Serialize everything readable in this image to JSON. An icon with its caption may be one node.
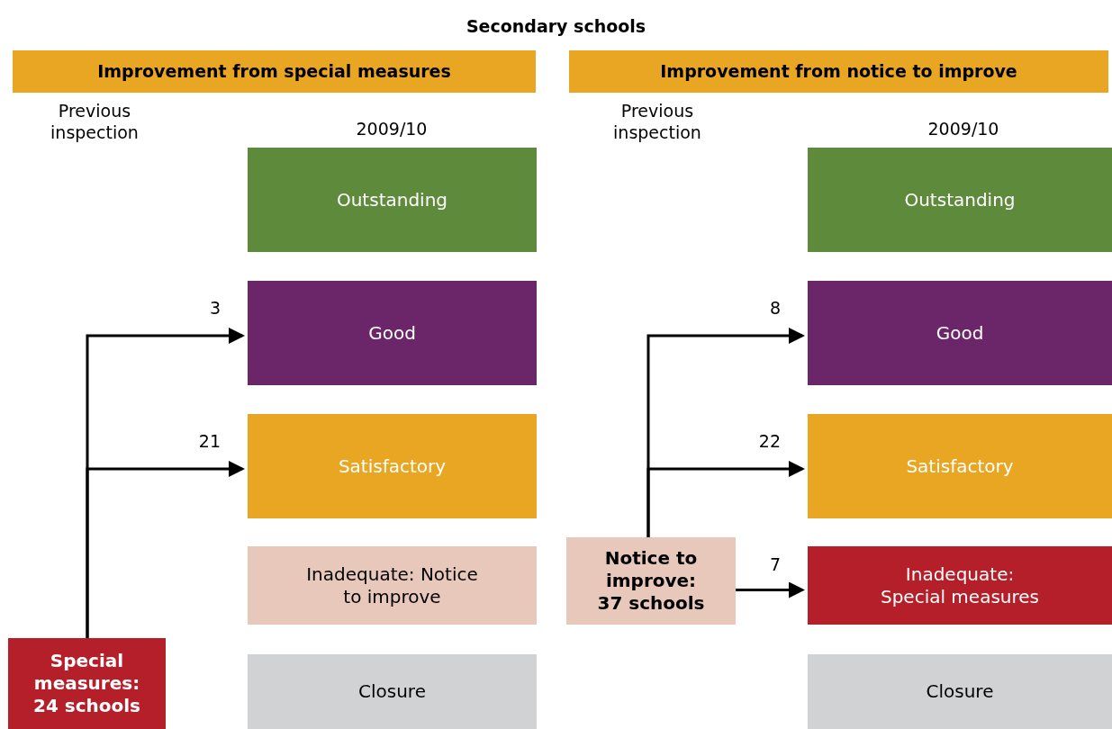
{
  "diagram": {
    "title": "Secondary schools",
    "nodes": [
      {
        "text": [
          "Improvement from special measures"
        ]
      },
      {
        "text": [
          "Outstanding"
        ]
      },
      {
        "text": [
          "Good"
        ]
      },
      {
        "text": [
          "Satisfactory"
        ]
      },
      {
        "text": [
          "Inadequate: Notice to improve"
        ]
      },
      {
        "text": [
          "Special measures: 24 schools"
        ]
      },
      {
        "text": [
          "Closure"
        ]
      },
      {
        "text": [
          "Improvement from notice to improve"
        ]
      },
      {
        "text": [
          "Outstanding"
        ]
      },
      {
        "text": [
          "Good"
        ]
      },
      {
        "text": [
          "Satisfactory"
        ]
      },
      {
        "text": [
          "Notice to improve: 37 schools"
        ]
      },
      {
        "text": [
          "Inadequate: Special measures"
        ]
      },
      {
        "text": [
          "Closure"
        ]
      }
    ],
    "edges": [
      {
        "from": 5,
        "to": 2,
        "arrow": "to",
        "label": "3"
      },
      {
        "from": 5,
        "to": 3,
        "arrow": "to",
        "label": "21"
      },
      {
        "from": 11,
        "to": 9,
        "arrow": "to",
        "label": "8"
      },
      {
        "from": 11,
        "to": 10,
        "arrow": "to",
        "label": "22"
      },
      {
        "from": 11,
        "to": 12,
        "arrow": "to",
        "label": "7"
      }
    ],
    "labels": [
      "Previous inspection",
      "2009/10",
      "Previous inspection",
      "2009/10"
    ]
  }
}
